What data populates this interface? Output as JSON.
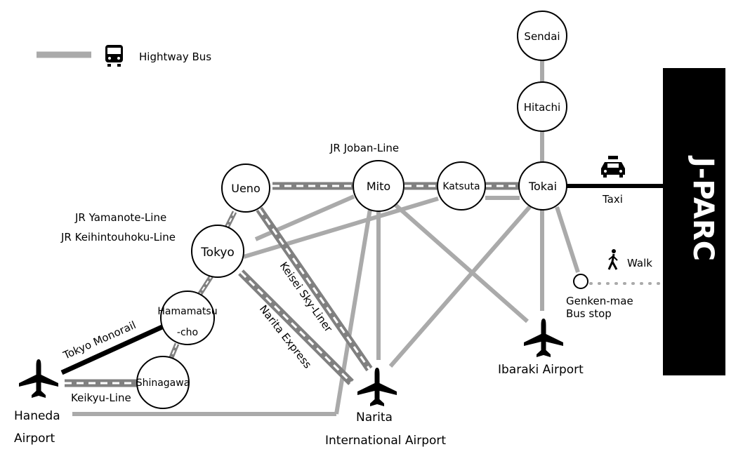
{
  "legend": {
    "highway_bus_label": "Hightway Bus",
    "bus_icon": "bus-icon"
  },
  "destination": {
    "label": "J-PARC"
  },
  "stations": {
    "sendai": "Sendai",
    "hitachi": "Hitachi",
    "tokai": "Tokai",
    "katsuta": "Katsuta",
    "mito": "Mito",
    "ueno": "Ueno",
    "tokyo": "Tokyo",
    "hamamatsucho_1": "Hamamatsu",
    "hamamatsucho_2": "-cho",
    "shinagawa": "Shinagawa"
  },
  "lines": {
    "joban": "JR Joban-Line",
    "yamanote": "JR Yamanote-Line",
    "keihintouhoku": "JR Keihintouhoku-Line",
    "keisei": "Keisei Sky-Liner",
    "narita_express": "Narita Express",
    "monorail": "Tokyo Monorail",
    "keikyu": "Keikyu-Line"
  },
  "access": {
    "taxi": "Taxi",
    "taxi_icon": "taxi-icon",
    "walk": "Walk",
    "walk_icon": "pedestrian-icon",
    "bus_stop_1": "Genken-mae",
    "bus_stop_2": "Bus stop"
  },
  "airports": {
    "haneda_1": "Haneda",
    "haneda_2": "Airport",
    "narita_1": "Narita",
    "narita_2": "International Airport",
    "ibaraki": "Ibaraki Airport",
    "airplane_icon": "airplane-icon"
  },
  "colors": {
    "rail_dark": "#808080",
    "rail_dash": "#ffffff",
    "bus_route": "#aaaaaa",
    "taxi_monorail": "#000000",
    "walk_dots": "#aaaaaa",
    "jparc_bg": "#000000"
  }
}
